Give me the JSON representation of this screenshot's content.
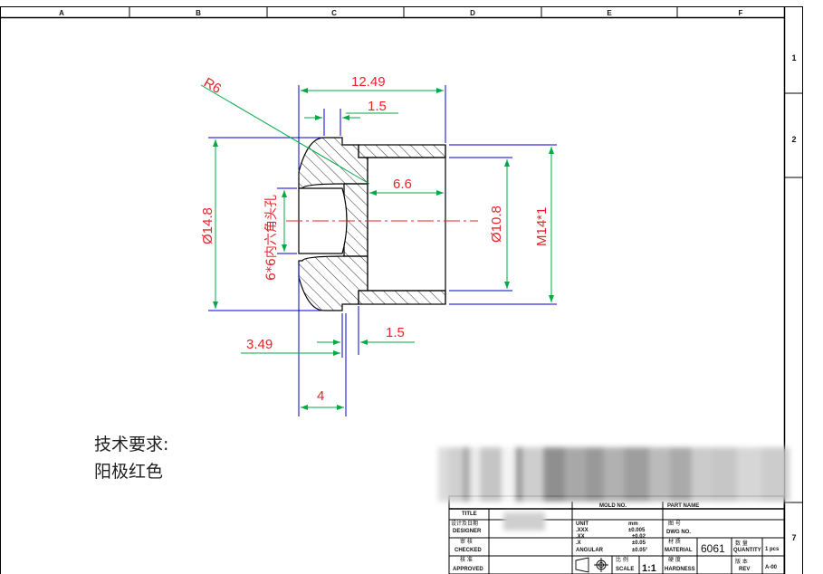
{
  "grid": {
    "columns": [
      "A",
      "B",
      "C",
      "D",
      "E",
      "F"
    ],
    "rows": [
      "1",
      "2",
      "7"
    ]
  },
  "dims": {
    "top_overall": "12.49",
    "top_step": "1.5",
    "r6": "R6",
    "inner_len": "6.6",
    "dia_left": "Ø14.8",
    "hex_label": "6*6内六角头孔",
    "dia_bore": "Ø10.8",
    "thread": "M14*1",
    "bottom_349": "3.49",
    "bottom_15": "1.5",
    "bottom_4": "4"
  },
  "notes": {
    "title": "技术要求:",
    "line1": "阳极红色"
  },
  "title_block": {
    "title": "TITLE",
    "designer_cn": "设计及日期",
    "designer_en": "DESIGNER",
    "checked_cn": "审 核",
    "checked_en": "CHECKED",
    "approved_cn": "核 准",
    "approved_en": "APPROVED",
    "unit_label": "UNIT",
    "unit_value": "mm",
    "tol_xxx": ".XXX",
    "tol_xxx_v": "±0.005",
    "tol_xx": ".XX",
    "tol_xx_v": "±0.02",
    "tol_x": ".X",
    "tol_x_v": "±0.05",
    "angular": "ANGULAR",
    "angular_v": "±0.05°",
    "scale_cn": "比 例",
    "scale_en": "SCALE",
    "scale_value": "1:1",
    "dwg_cn": "图 号",
    "dwg_en": "DWG NO.",
    "material_cn": "材 质",
    "material_en": "MATERIAL",
    "material_value": "6061",
    "hardness_cn": "硬 度",
    "hardness_en": "HARDNESS",
    "qty_cn": "数 量",
    "qty_en": "QUANTITY",
    "qty_value": "1 pcs",
    "rev_cn": "版 本",
    "rev_en": "REV",
    "rev_value": "A-00",
    "part_name": "PART NAME",
    "model_no": "MOLD NO."
  },
  "colors": {
    "dim": "#e4242b",
    "ext": "#0000cc",
    "center": "#e4242b",
    "leader": "#00cc44",
    "outline": "#000000"
  }
}
